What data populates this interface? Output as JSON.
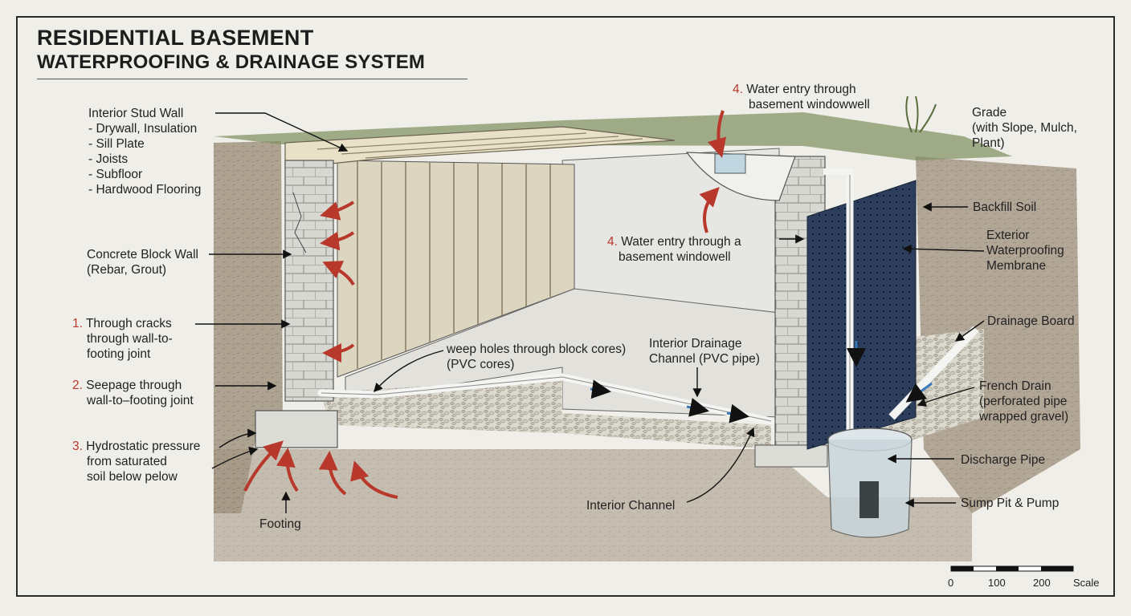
{
  "title": {
    "line1": "RESIDENTIAL BASEMENT",
    "line2": "WATERPROOFING & DRAINAGE SYSTEM"
  },
  "labels": {
    "stud_wall": {
      "title": "Interior Stud Wall",
      "items": [
        "- Drywall, Insulation",
        "- Sill Plate",
        "- Joists",
        "- Subfloor",
        "- Hardwood Flooring"
      ]
    },
    "block_wall": [
      "Concrete Block Wall",
      "(Rebar, Grout)"
    ],
    "entry1": {
      "num": "1.",
      "lines": [
        "Through cracks",
        "through wall-to-",
        "footing joint"
      ]
    },
    "entry2": {
      "num": "2.",
      "lines": [
        "Seepage through",
        "wall-to–footing joint"
      ]
    },
    "entry3": {
      "num": "3.",
      "lines": [
        "Hydrostatic pressure",
        "from saturated",
        "soil below pelow"
      ]
    },
    "footing": "Footing",
    "weep_holes": [
      "weep holes through block cores)",
      "(PVC cores)"
    ],
    "interior_channel_pipe": [
      "Interior Drainage",
      "Channel (PVC pipe)"
    ],
    "interior_channel": "Interior Channel",
    "entry4_top": {
      "num": "4.",
      "lines": [
        "Water entry through",
        "basement windowwell"
      ]
    },
    "entry4_mid": {
      "num": "4.",
      "lines": [
        "Water entry through a",
        "basement windowell"
      ]
    },
    "grade": [
      "Grade",
      "(with Slope, Mulch,",
      "Plant)"
    ],
    "backfill": "Backfill Soil",
    "membrane": [
      "Exterior",
      "Waterproofing",
      "Membrane"
    ],
    "drainage_board": "Drainage Board",
    "french_drain": [
      "French Drain",
      "(perforated pipe",
      "wrapped gravel)"
    ],
    "discharge_pipe": "Discharge Pipe",
    "sump": "Sump Pit & Pump"
  },
  "scale_bar": {
    "ticks": [
      "0",
      "100",
      "200"
    ],
    "label": "Scale"
  },
  "colors": {
    "water_arrow": "#b8382c",
    "flow_arrow": "#3a78b8",
    "membrane": "#2c3e5c",
    "soil": "#9a8a76",
    "gravel": "#d9d6cc",
    "block": "#d6d6d2",
    "concrete": "#dcdcd6"
  }
}
